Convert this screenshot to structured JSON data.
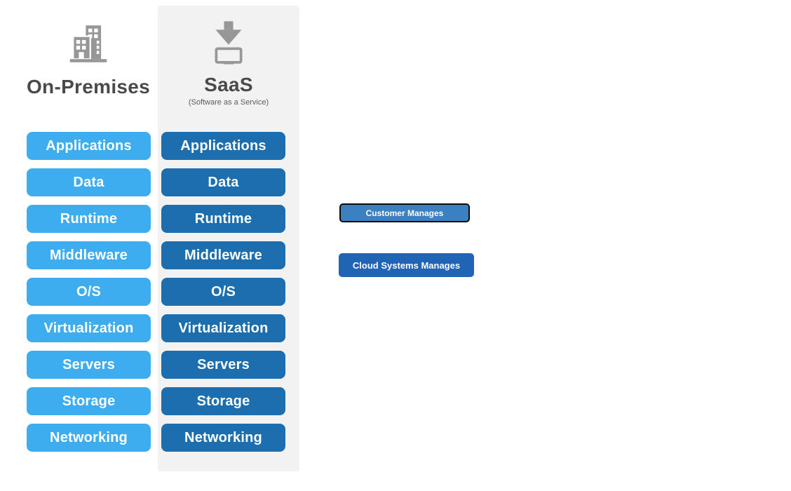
{
  "diagram": {
    "columns": [
      {
        "title": "On-Premises",
        "subtitle": "",
        "icon": "building-icon",
        "box_color": "#3DADEF",
        "layers": [
          "Applications",
          "Data",
          "Runtime",
          "Middleware",
          "O/S",
          "Virtualization",
          "Servers",
          "Storage",
          "Networking"
        ]
      },
      {
        "title": "SaaS",
        "subtitle": "(Software as a Service)",
        "icon": "download-to-device-icon",
        "box_color": "#1C6EAF",
        "layers": [
          "Applications",
          "Data",
          "Runtime",
          "Middleware",
          "O/S",
          "Virtualization",
          "Servers",
          "Storage",
          "Networking"
        ]
      }
    ],
    "legend": [
      {
        "label": "Customer Manages",
        "color": "#3B80C0",
        "bordered": true
      },
      {
        "label": "Cloud Systems Manages",
        "color": "#2163B5",
        "bordered": false
      }
    ],
    "colors": {
      "customer_box": "#3DADEF",
      "cloud_box": "#1C6EAF",
      "panel_background": "#F2F2F3",
      "icon_gray": "#979797",
      "title_text": "#4A4A4A",
      "legend_customer": "#3B80C0",
      "legend_cloud": "#2163B5"
    }
  }
}
